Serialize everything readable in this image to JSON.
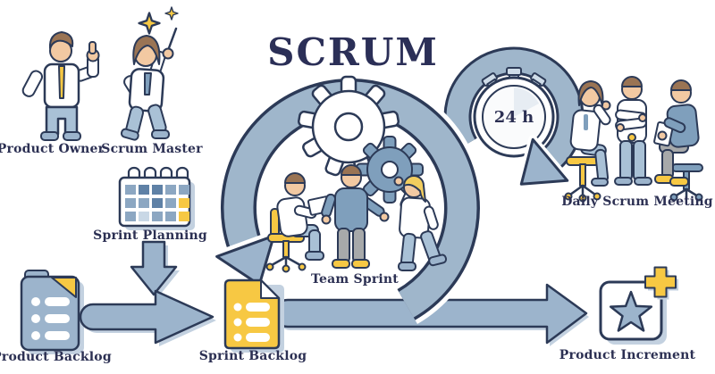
{
  "diagram": {
    "title": "SCRUM",
    "timer": {
      "label": "24 h"
    },
    "roles": [
      {
        "id": "product-owner",
        "label": "Product Owner"
      },
      {
        "id": "scrum-master",
        "label": "Scrum Master"
      }
    ],
    "steps": [
      {
        "id": "sprint-planning",
        "label": "Sprint Planning"
      },
      {
        "id": "product-backlog",
        "label": "Product Backlog"
      },
      {
        "id": "sprint-backlog",
        "label": "Sprint Backlog"
      },
      {
        "id": "team-sprint",
        "label": "Team Sprint"
      },
      {
        "id": "daily-scrum-meeting",
        "label": "Daily Scrum Meeting"
      },
      {
        "id": "product-increment",
        "label": "Product Increment"
      }
    ],
    "arrows": [
      {
        "from": "product-backlog",
        "to": "sprint-backlog"
      },
      {
        "from": "sprint-planning",
        "to": "sprint-backlog"
      },
      {
        "from": "sprint-backlog",
        "to": "product-increment"
      },
      {
        "from": "team-sprint",
        "to": "team-sprint",
        "type": "sprint-loop"
      },
      {
        "from": "team-sprint",
        "to": "daily-scrum-meeting",
        "type": "daily-24h-loop"
      }
    ],
    "palette": {
      "outline_navy": "#2c3a57",
      "text_navy": "#2c3053",
      "steel_blue": "#9fb6cb",
      "shirt_blue": "#7f9fbc",
      "pants_blue": "#a9c1d6",
      "accent_yellow": "#f7c843",
      "shadow_blue": "#c3d1e0",
      "skin": "#f2c9a2",
      "hair_brown": "#9a7454",
      "gray": "#a7a9aa"
    }
  }
}
